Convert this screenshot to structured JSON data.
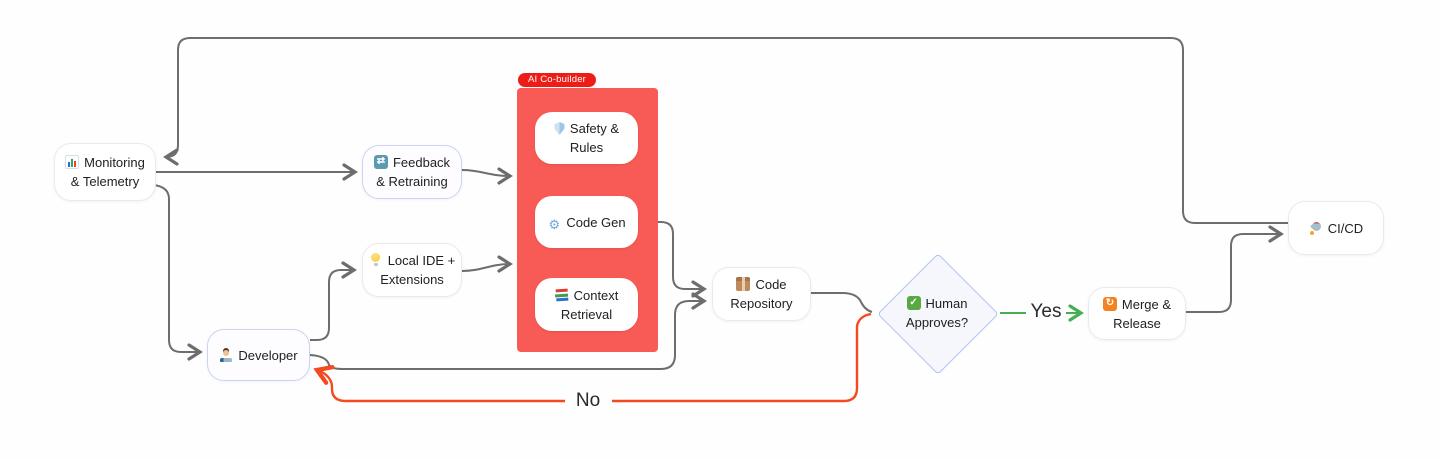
{
  "diagram": {
    "group": {
      "label": "AI Co-builder"
    },
    "nodes": {
      "monitoring": {
        "label": "Monitoring & Telemetry",
        "icon": "bar-chart"
      },
      "feedback": {
        "label": "Feedback & Retraining",
        "icon": "refresh-arrows"
      },
      "local_ide": {
        "label": "Local IDE + Extensions",
        "icon": "light-bulb"
      },
      "developer": {
        "label": "Developer",
        "icon": "technologist"
      },
      "safety_rules": {
        "label": "Safety & Rules",
        "icon": "shield"
      },
      "code_gen": {
        "label": "Code Gen",
        "icon": "gear"
      },
      "context_retrieval": {
        "label": "Context Retrieval",
        "icon": "books"
      },
      "code_repository": {
        "label": "Code Repository",
        "icon": "package"
      },
      "human_approves": {
        "label": "Human Approves?",
        "icon": "check-mark"
      },
      "merge_release": {
        "label": "Merge & Release",
        "icon": "repeat-arrows"
      },
      "cicd": {
        "label": "CI/CD",
        "icon": "rocket"
      }
    },
    "edge_labels": {
      "yes": "Yes",
      "no": "No"
    },
    "colors": {
      "group_fill": "#f85b55",
      "group_badge": "#ed1c16",
      "edge_gray": "#6d6d6d",
      "edge_no": "#f5491f",
      "edge_yes": "#47ad53",
      "node_border_blue": "#c9d3f7",
      "node_border_gray": "#e9eaef"
    }
  }
}
